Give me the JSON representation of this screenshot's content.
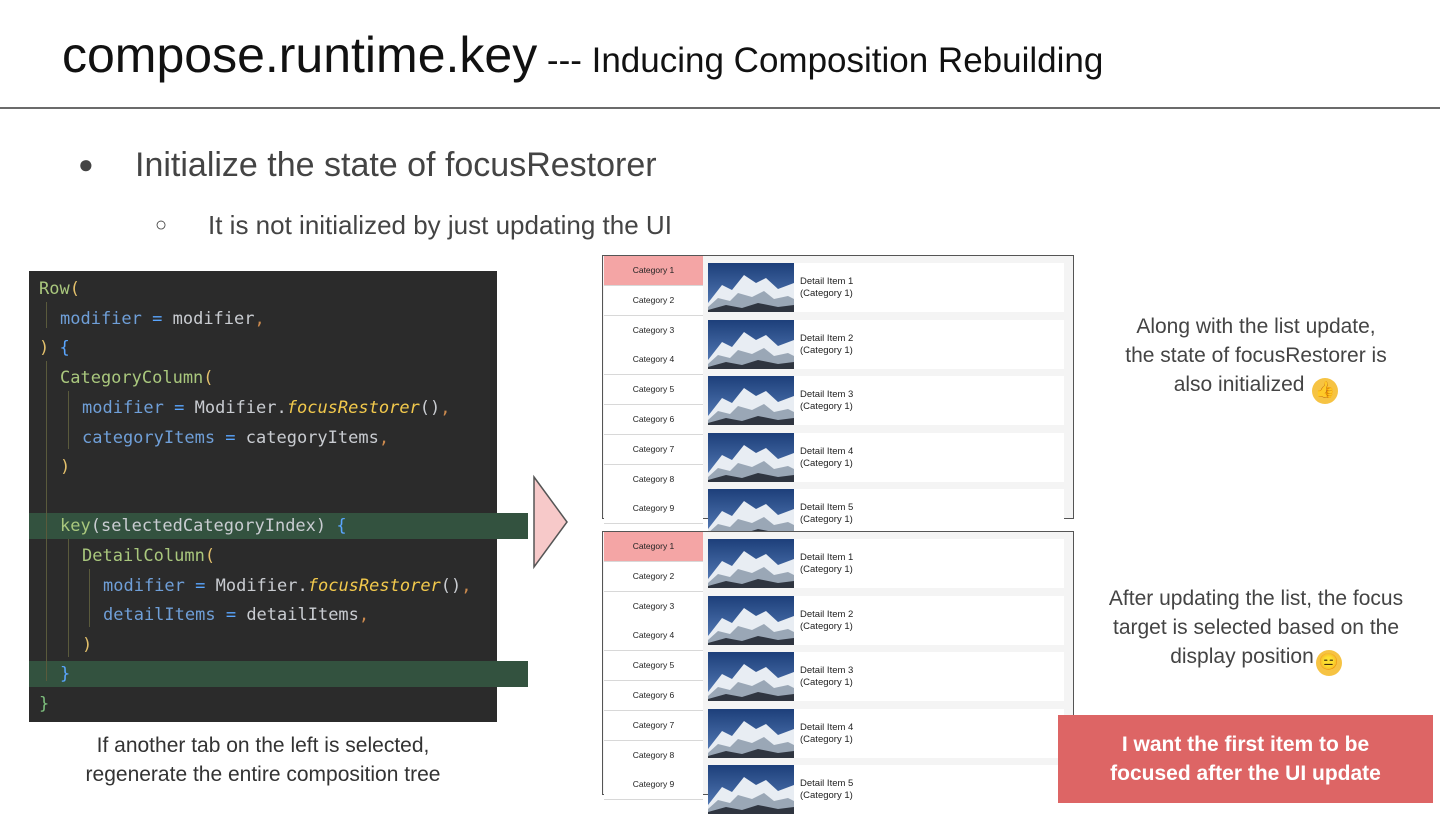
{
  "slide": {
    "title_main": "compose.runtime.key",
    "title_sub": " --- Inducing Composition Rebuilding",
    "bullet_level1": "Initialize the state of focusRestorer",
    "bullet_level2": "It is not initialized by just updating the UI",
    "bullet1_symbol": "●",
    "bullet2_symbol": "○"
  },
  "code": {
    "lines": [
      [
        "Row",
        "("
      ],
      [
        "modifier",
        " = ",
        "modifier",
        ","
      ],
      [
        ") ",
        "{"
      ],
      [
        "CategoryColumn",
        "("
      ],
      [
        "modifier",
        " = ",
        "Modifier.",
        "focusRestorer",
        "()",
        ","
      ],
      [
        "categoryItems",
        " = ",
        "categoryItems",
        ","
      ],
      [
        ")"
      ],
      [
        "key",
        "(",
        "selectedCategoryIndex",
        ") ",
        "{"
      ],
      [
        "DetailColumn",
        "("
      ],
      [
        "modifier",
        " = ",
        "Modifier.",
        "focusRestorer",
        "()",
        ","
      ],
      [
        "detailItems",
        " = ",
        "detailItems",
        ","
      ],
      [
        ")"
      ],
      [
        "}"
      ],
      [
        "}"
      ]
    ]
  },
  "captions": {
    "left": "If another tab on the left is selected,\nregenerate the entire composition tree",
    "top_note": "Along with the list update,\nthe state of focusRestorer is\nalso initialized",
    "top_note_emoji": "👍",
    "bottom_note": "After updating the list, the focus\ntarget is selected based on the\ndisplay position",
    "bottom_note_emoji": "😑",
    "callout": "I want the first item to be\nfocused after the UI update"
  },
  "screens": [
    {
      "categories": [
        "Category 1",
        "Category 2",
        "Category 3",
        "Category 4",
        "Category 5",
        "Category 6",
        "Category 7",
        "Category 8",
        "Category 9"
      ],
      "selected_category": "Category 1",
      "details": [
        "Detail Item 1\n(Category 1)",
        "Detail Item 2\n(Category 1)",
        "Detail Item 3\n(Category 1)",
        "Detail Item 4\n(Category 1)",
        "Detail Item 5\n(Category 1)"
      ]
    },
    {
      "categories": [
        "Category 1",
        "Category 2",
        "Category 3",
        "Category 4",
        "Category 5",
        "Category 6",
        "Category 7",
        "Category 8",
        "Category 9"
      ],
      "selected_category": "Category 1",
      "details": [
        "Detail Item 1\n(Category 1)",
        "Detail Item 2\n(Category 1)",
        "Detail Item 3\n(Category 1)",
        "Detail Item 4\n(Category 1)",
        "Detail Item 5\n(Category 1)"
      ]
    }
  ],
  "colors": {
    "code_bg": "#2b2b2b",
    "code_highlight": "#33523f",
    "selected_category": "#f4a5a5",
    "callout_bg": "#dd6565",
    "arrow_fill": "#f7c9c9"
  }
}
